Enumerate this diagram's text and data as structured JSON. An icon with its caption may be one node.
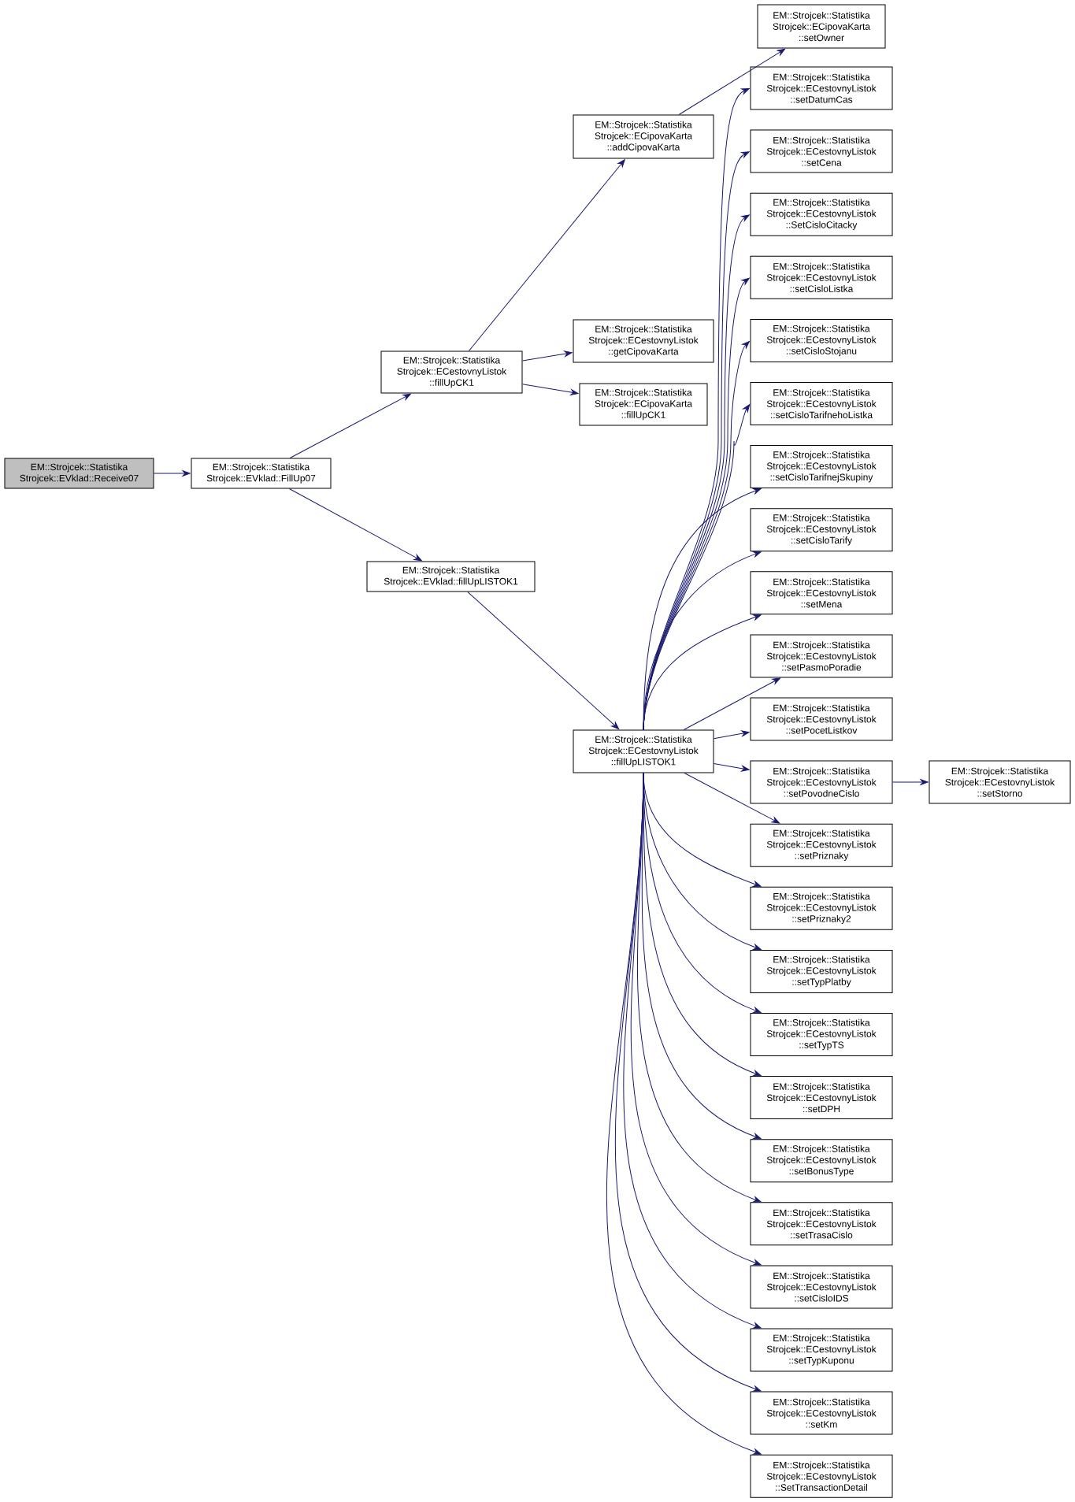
{
  "diagram": {
    "nodes": [
      {
        "text": [
          "EM::Strojcek::Statistika Strojcek::EVklad::Receive07"
        ]
      },
      {
        "text": [
          "EM::Strojcek::Statistika Strojcek::EVklad::FillUp07"
        ]
      },
      {
        "text": [
          "EM::Strojcek::Statistika Strojcek::ECestovnyListok ::fillUpCK1"
        ]
      },
      {
        "text": [
          "EM::Strojcek::Statistika Strojcek::EVklad::fillUpLISTOK1"
        ]
      },
      {
        "text": [
          "EM::Strojcek::Statistika Strojcek::ECipovaKarta ::addCipovaKarta"
        ]
      },
      {
        "text": [
          "EM::Strojcek::Statistika Strojcek::ECestovnyListok ::getCipovaKarta"
        ]
      },
      {
        "text": [
          "EM::Strojcek::Statistika Strojcek::ECipovaKarta ::fillUpCK1"
        ]
      },
      {
        "text": [
          "EM::Strojcek::Statistika Strojcek::ECestovnyListok ::fillUpLISTOK1"
        ]
      },
      {
        "text": [
          "EM::Strojcek::Statistika Strojcek::ECipovaKarta ::setOwner"
        ]
      },
      {
        "text": [
          "EM::Strojcek::Statistika Strojcek::ECestovnyListok ::setDatumCas"
        ]
      },
      {
        "text": [
          "EM::Strojcek::Statistika Strojcek::ECestovnyListok ::setCena"
        ]
      },
      {
        "text": [
          "EM::Strojcek::Statistika Strojcek::ECestovnyListok ::SetCisloCitacky"
        ]
      },
      {
        "text": [
          "EM::Strojcek::Statistika Strojcek::ECestovnyListok ::setCisloListka"
        ]
      },
      {
        "text": [
          "EM::Strojcek::Statistika Strojcek::ECestovnyListok ::setCisloStojanu"
        ]
      },
      {
        "text": [
          "EM::Strojcek::Statistika Strojcek::ECestovnyListok ::setCisloTarifnehoListka"
        ]
      },
      {
        "text": [
          "EM::Strojcek::Statistika Strojcek::ECestovnyListok ::setCisloTarifnejSkupiny"
        ]
      },
      {
        "text": [
          "EM::Strojcek::Statistika Strojcek::ECestovnyListok ::setCisloTarify"
        ]
      },
      {
        "text": [
          "EM::Strojcek::Statistika Strojcek::ECestovnyListok ::setMena"
        ]
      },
      {
        "text": [
          "EM::Strojcek::Statistika Strojcek::ECestovnyListok ::setPasmoPoradie"
        ]
      },
      {
        "text": [
          "EM::Strojcek::Statistika Strojcek::ECestovnyListok ::setPocetListkov"
        ]
      },
      {
        "text": [
          "EM::Strojcek::Statistika Strojcek::ECestovnyListok ::setPovodneCislo"
        ]
      },
      {
        "text": [
          "EM::Strojcek::Statistika Strojcek::ECestovnyListok ::setPriznaky"
        ]
      },
      {
        "text": [
          "EM::Strojcek::Statistika Strojcek::ECestovnyListok ::setPriznaky2"
        ]
      },
      {
        "text": [
          "EM::Strojcek::Statistika Strojcek::ECestovnyListok ::setTypPlatby"
        ]
      },
      {
        "text": [
          "EM::Strojcek::Statistika Strojcek::ECestovnyListok ::setTypTS"
        ]
      },
      {
        "text": [
          "EM::Strojcek::Statistika Strojcek::ECestovnyListok ::setDPH"
        ]
      },
      {
        "text": [
          "EM::Strojcek::Statistika Strojcek::ECestovnyListok ::setBonusType"
        ]
      },
      {
        "text": [
          "EM::Strojcek::Statistika Strojcek::ECestovnyListok ::setTrasaCislo"
        ]
      },
      {
        "text": [
          "EM::Strojcek::Statistika Strojcek::ECestovnyListok ::setCisloIDS"
        ]
      },
      {
        "text": [
          "EM::Strojcek::Statistika Strojcek::ECestovnyListok ::setTypKuponu"
        ]
      },
      {
        "text": [
          "EM::Strojcek::Statistika Strojcek::ECestovnyListok ::setKm"
        ]
      },
      {
        "text": [
          "EM::Strojcek::Statistika Strojcek::ECestovnyListok ::SetTransactionDetail"
        ]
      },
      {
        "text": [
          "EM::Strojcek::Statistika Strojcek::ECestovnyListok ::setStorno"
        ]
      }
    ],
    "edges": [
      {
        "from": 0,
        "to": 1,
        "arrow": "to"
      },
      {
        "from": 1,
        "to": 2,
        "arrow": "to"
      },
      {
        "from": 1,
        "to": 3,
        "arrow": "to"
      },
      {
        "from": 2,
        "to": 4,
        "arrow": "to"
      },
      {
        "from": 2,
        "to": 5,
        "arrow": "to"
      },
      {
        "from": 2,
        "to": 6,
        "arrow": "to"
      },
      {
        "from": 4,
        "to": 8,
        "arrow": "to"
      },
      {
        "from": 3,
        "to": 7,
        "arrow": "to"
      },
      {
        "from": 7,
        "to": 9,
        "arrow": "to"
      },
      {
        "from": 7,
        "to": 10,
        "arrow": "to"
      },
      {
        "from": 7,
        "to": 11,
        "arrow": "to"
      },
      {
        "from": 7,
        "to": 12,
        "arrow": "to"
      },
      {
        "from": 7,
        "to": 13,
        "arrow": "to"
      },
      {
        "from": 7,
        "to": 14,
        "arrow": "to"
      },
      {
        "from": 7,
        "to": 15,
        "arrow": "to"
      },
      {
        "from": 7,
        "to": 16,
        "arrow": "to"
      },
      {
        "from": 7,
        "to": 17,
        "arrow": "to"
      },
      {
        "from": 7,
        "to": 18,
        "arrow": "to"
      },
      {
        "from": 7,
        "to": 19,
        "arrow": "to"
      },
      {
        "from": 7,
        "to": 20,
        "arrow": "to"
      },
      {
        "from": 7,
        "to": 21,
        "arrow": "to"
      },
      {
        "from": 7,
        "to": 22,
        "arrow": "to"
      },
      {
        "from": 7,
        "to": 23,
        "arrow": "to"
      },
      {
        "from": 7,
        "to": 24,
        "arrow": "to"
      },
      {
        "from": 7,
        "to": 25,
        "arrow": "to"
      },
      {
        "from": 7,
        "to": 26,
        "arrow": "to"
      },
      {
        "from": 7,
        "to": 27,
        "arrow": "to"
      },
      {
        "from": 7,
        "to": 28,
        "arrow": "to"
      },
      {
        "from": 7,
        "to": 29,
        "arrow": "to"
      },
      {
        "from": 7,
        "to": 30,
        "arrow": "to"
      },
      {
        "from": 7,
        "to": 31,
        "arrow": "to"
      },
      {
        "from": 20,
        "to": 32,
        "arrow": "to"
      }
    ]
  }
}
